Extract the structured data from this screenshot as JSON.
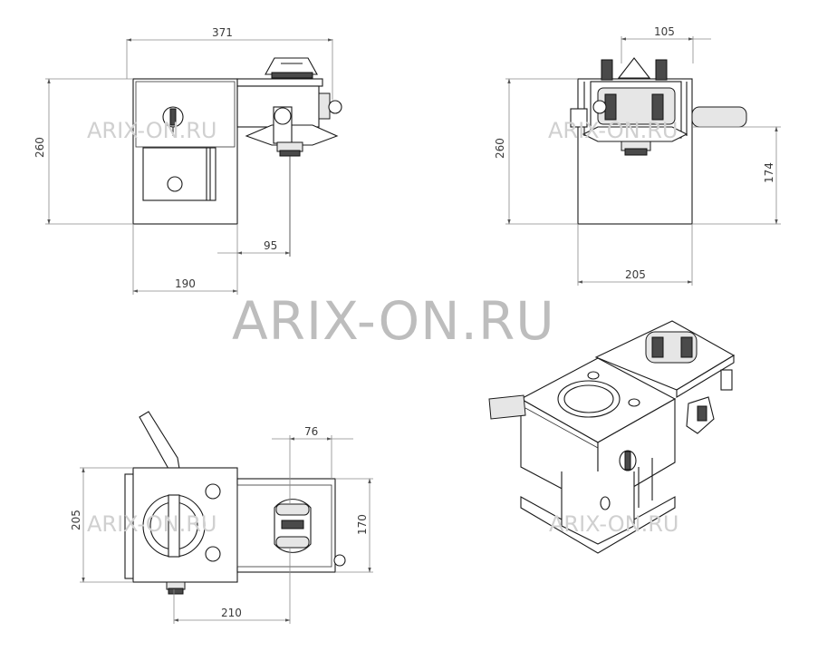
{
  "watermark": {
    "main": "ARIX-ON.RU",
    "small": "ARIX-ON.RU"
  },
  "dimensions": {
    "front_width": "371",
    "front_height": "260",
    "front_offset": "95",
    "front_base": "190",
    "side_top": "105",
    "side_height": "260",
    "side_right": "174",
    "side_base": "205",
    "top_left": "205",
    "top_right": "170",
    "top_small": "76",
    "top_base": "210"
  }
}
